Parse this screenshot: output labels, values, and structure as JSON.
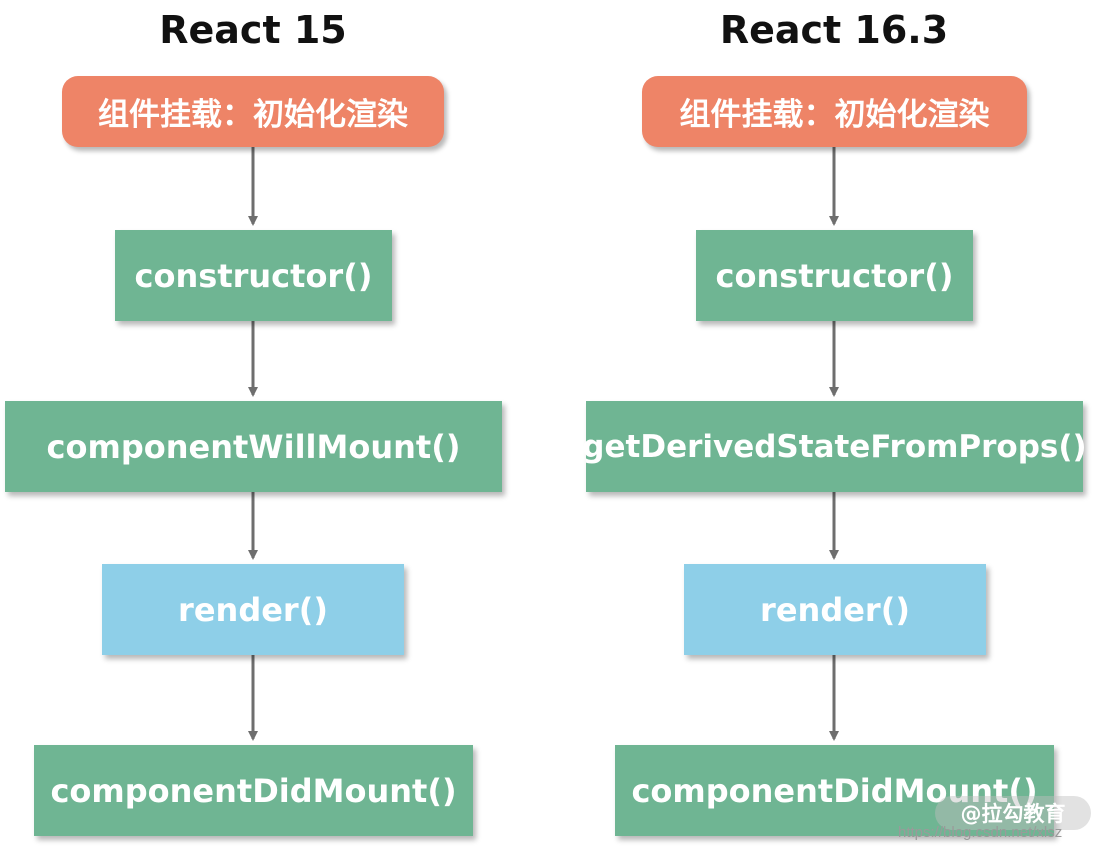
{
  "left": {
    "title": "React 15",
    "start": "组件挂载：初始化渲染",
    "step1": "constructor()",
    "step2": "componentWillMount()",
    "step3": "render()",
    "step4": "componentDidMount()"
  },
  "right": {
    "title": "React 16.3",
    "start": "组件挂载：初始化渲染",
    "step1": "constructor()",
    "step2": "getDerivedStateFromProps()",
    "step3": "render()",
    "step4": "componentDidMount()"
  },
  "colors": {
    "start": "#ee8467",
    "method": "#6fb593",
    "render": "#8ecfe8",
    "arrow": "#6e6e6e"
  },
  "watermark": {
    "badge": "@拉勾教育",
    "url": "https://blog.csdn.net/xlsz"
  }
}
